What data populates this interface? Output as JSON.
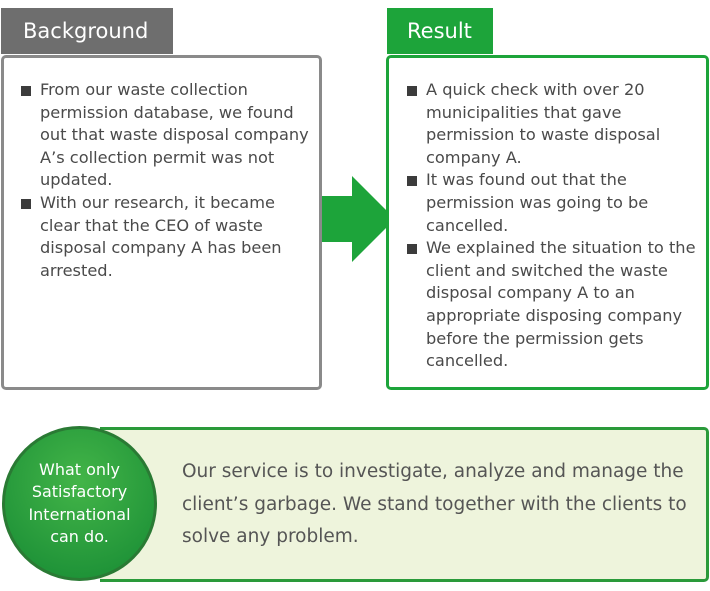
{
  "background": {
    "tab_label": "Background",
    "items": [
      "From our waste collection permission database, we found out that waste disposal company A’s collection permit was not updated.",
      "With our research, it became clear that the CEO of waste disposal company A has been arrested."
    ]
  },
  "result": {
    "tab_label": "Result",
    "items": [
      "A quick check with over 20 municipalities that gave permission to waste disposal company A.",
      "It was found out that the permission was going to be cancelled.",
      "We explained the situation to the client and switched the waste disposal company A to an appropriate disposing company before the permission gets cancelled."
    ]
  },
  "badge": {
    "lines": [
      "What only",
      "Satisfactory",
      "International",
      "can do."
    ]
  },
  "banner": {
    "text": "Our service is to investigate, analyze and manage the client’s garbage. We stand together with the clients to solve any problem."
  },
  "colors": {
    "green": "#1da43a",
    "gray": "#6e6e6e",
    "banner_bg": "#eef4dc"
  },
  "icons": {
    "flow_arrow": "right-arrow-icon",
    "bullet": "square-bullet-icon"
  }
}
